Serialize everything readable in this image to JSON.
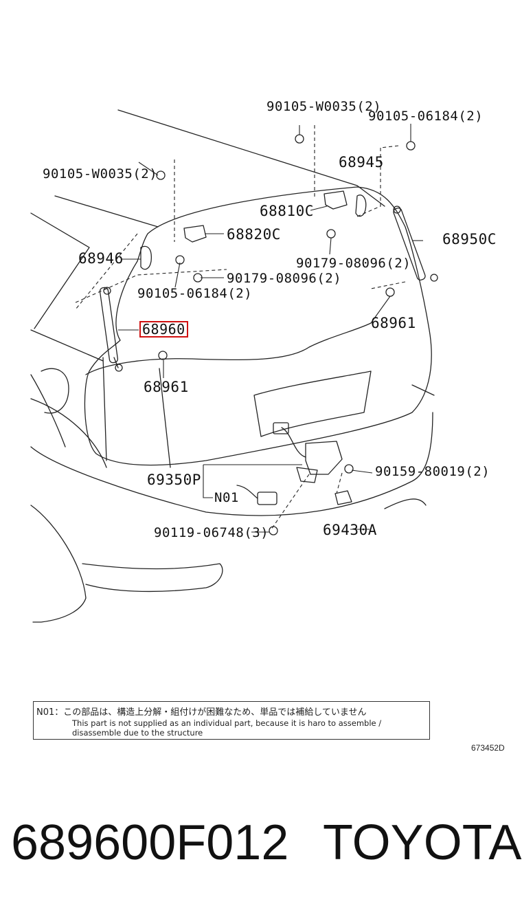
{
  "diagram": {
    "labels": {
      "l_w0035_top": "90105-W0035(2)",
      "l_06184_top": "90105-06184(2)",
      "l_68945": "68945",
      "l_w0035_left": "90105-W0035(2)",
      "l_68810c": "68810C",
      "l_68820c": "68820C",
      "l_68950c": "68950C",
      "l_68946": "68946",
      "l_08096_right": "90179-08096(2)",
      "l_08096_mid": "90179-08096(2)",
      "l_06184_left": "90105-06184(2)",
      "l_68960": "68960",
      "l_68961_right": "68961",
      "l_68961_left": "68961",
      "l_69350p": "69350P",
      "l_n01": "N01",
      "l_80019": "90159-80019(2)",
      "l_06748": "90119-06748(3)",
      "l_69430a": "69430A"
    },
    "highlight_color": "#d01010"
  },
  "note": {
    "japanese": "N01：この部品は、構造上分解・組付けが困難なため、単品では補給していません",
    "english_line1": "This part is not supplied as an individual part, because it is haro to assemble /",
    "english_line2": "disassemble due to the structure"
  },
  "illustration_number": "673452D",
  "footer": {
    "part_number": "689600F012",
    "brand": "TOYOTA"
  }
}
